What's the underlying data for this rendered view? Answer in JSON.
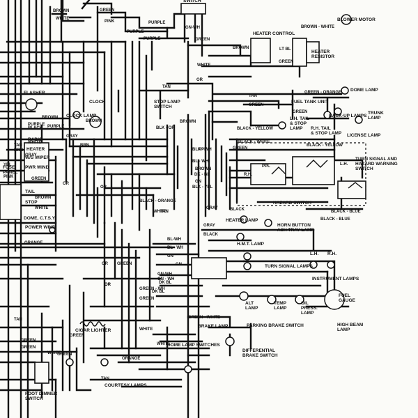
{
  "wire_labels": {
    "brown_white_top": "BROWN",
    "white_top": "WHITE",
    "green_top": "GREEN",
    "pink_top": "PINK",
    "purple_1": "PURPLE",
    "purple_2": "PURPLE",
    "purple_3": "PURPLE",
    "gn_wh": "GN-WH",
    "green_mid": "GREEN",
    "brown_white": "BROWN - WHITE",
    "brown": "BROWN",
    "lt_bl": "LT BL",
    "green_heater": "GREEN",
    "white": "WHITE",
    "or_1": "OR",
    "tan_1": "TAN",
    "green_orange": "GREEN - ORANGE",
    "tan_2": "TAN",
    "green_2": "GREEN",
    "black_yellow": "BLACK - YELLOW",
    "green_3": "GREEN",
    "blk_or": "BLK - OR",
    "brown_1": "BROWN",
    "brown_2": "BROWN",
    "purple_4": "PURPLE",
    "gray": "GRAY",
    "brn": "BRN",
    "blk_wh": "BLK - WH",
    "ppl": "PPL",
    "bl_wh": "BL - WH",
    "brown_3": "BROWN",
    "dk_bl": "DK - BL",
    "gn": "GN",
    "blk_yel": "BLK - YEL",
    "black_white": "BLACK - WHITE",
    "green_4": "GREEN",
    "black_yellow_2": "BLACK - YELLOW",
    "lh": "L.H.",
    "rh": "R.H.",
    "ppl_2": "PPL",
    "black_blue_1": "BLACK - BLUE",
    "black_blue_2": "BLACK - BLUE",
    "black_orange": "BLACK - ORANGE",
    "white_2": "WHITE",
    "gray_2": "GRAY",
    "black_1": "BLACK",
    "gray_3": "GRAY",
    "black_2": "BLACK",
    "bl_wh_2": "BL - WH",
    "gn_2": "GN",
    "gn_wh_2": "GN - WH",
    "dk_bl_2": "DK BL",
    "green_wh": "GREEN - WH",
    "green_5": "GREEN",
    "green_white_low": "GREEN - WHITE",
    "or_2": "OR",
    "or_3": "OR",
    "white_3": "WHITE",
    "white_4": "WHITE",
    "orange": "ORANGE",
    "tan_3": "TAN",
    "green_6": "GREEN",
    "green_7": "GREEN",
    "tan_4": "TAN",
    "yel": "YEL",
    "brn_2": "BRN",
    "pink_2": "PINK",
    "green_8": "GREEN",
    "or_4": "OR",
    "gray_4": "GRAY",
    "white_5": "WHITE",
    "black_3": "BLACK",
    "purple_5": "PURPLE",
    "brown_4": "BROWN",
    "white_6": "WHITE",
    "green_9": "GREEN",
    "or_5": "OR",
    "orange_2": "ORANGE",
    "brown_5": "BROWN",
    "white_7": "WHITE",
    "tan_5": "TAN",
    "or_6": "OR",
    "green_10": "GREEN",
    "dk_bl_3": "DK BL",
    "gn_3": "GN",
    "gn_wh_3": "GN-WH",
    "bl_wh_3": "BL-WH",
    "tan_6": "TAN",
    "green_11": "GREEN"
  },
  "components": {
    "stop_switch_top": "SWITCH",
    "blower_motor": "BLOWER MOTOR",
    "heater_control": "HEATER CONTROL",
    "heater_resistor": "HEATER\nRESISTOR",
    "dome_lamp": "DOME LAMP",
    "fuel_tank_unit": "FUEL TANK UNIT",
    "trunk_lamp": "TRUNK\nLAMP",
    "back_up_lamps": "BACK-UP LAMPS",
    "lh_tail_stop": "L.H. TAIL\n& STOP\nLAMP",
    "rh_tail_stop": "R.H. TAIL\n& STOP LAMP",
    "license_lamp": "LICENSE LAMP",
    "stop_lamp_switch": "STOP LAMP\nSWITCH",
    "flasher": "FLASHER",
    "clock": "CLOCK",
    "clock_lamp": "CLOCK LAMP",
    "radio": "RADIO",
    "heater": "HEATER",
    "ws_wiper": "W/S WIPER",
    "pwr_wind": "PWR WIND",
    "fuse_panel": "FUSE\nPANEL",
    "tail": "TAIL",
    "stop": "STOP",
    "dome_ctsy": "DOME, C.T.S.Y.",
    "power_wind": "POWER WIND",
    "turn_signal_switch": "TURN SIGNAL AND\nHAZARD WARNING\nSWITCH",
    "hazard_switch": "HAZARD SWITCH",
    "horn_button": "HORN BUTTON",
    "heater_lamp": "HEATER LAMP",
    "ash_tray_lamp": "ASH TRAY LAMP",
    "hmt_lamp": "H.M.T. LAMP",
    "turn_signal_lamps": "TURN SIGNAL LAMPS",
    "instrument_lamps": "INSTRUMENT LAMPS",
    "lh_lamp": "L.H.",
    "rh_lamp": "R.H.",
    "alt_lamp": "ALT\nLAMP",
    "temp_lamp": "TEMP\nLAMP",
    "oil_press_lamp": "OIL\nPRESS.\nLAMP",
    "fuel_gauge": "FUEL\nGAUGE",
    "high_beam_lamp": "HIGH BEAM\nLAMP",
    "brake_lamp": "BRAKE LAMP",
    "parking_brake_switch": "PARKING BRAKE SWITCH",
    "differential_brake_switch": "DIFFERENTIAL\nBRAKE SWITCH",
    "cigar_lighter": "CIGAR LIGHTER",
    "dome_lamp_switches": "DOME LAMP SWITCHES",
    "courtesy_lamps": "COURTESY LAMPS",
    "foot_dimmer_switch": "FOOT DIMMER\nSWITCH"
  }
}
